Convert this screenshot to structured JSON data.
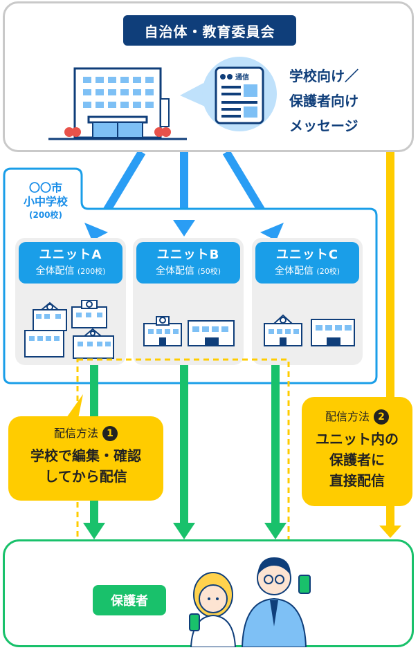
{
  "top": {
    "title": "自治体・教育委員会",
    "doc_label": "通信",
    "message_lines": [
      "学校向け／",
      "保護者向け",
      "メッセージ"
    ]
  },
  "city": {
    "name_line1": "〇〇市",
    "name_line2": "小中学校",
    "count": "(200校)"
  },
  "units": [
    {
      "name": "ユニットA",
      "sub": "全体配信",
      "count": "(200校)"
    },
    {
      "name": "ユニットB",
      "sub": "全体配信",
      "count": "(50校)"
    },
    {
      "name": "ユニットC",
      "sub": "全体配信",
      "count": "(20校)"
    }
  ],
  "method1": {
    "label": "配信方法",
    "number": "1",
    "body_lines": [
      "学校で編集・確認",
      "してから配信"
    ]
  },
  "method2": {
    "label": "配信方法",
    "number": "2",
    "body_lines": [
      "ユニット内の",
      "保護者に",
      "直接配信"
    ]
  },
  "parents": {
    "label": "保護者"
  },
  "colors": {
    "navy": "#0f3e7a",
    "blue": "#1a9ee8",
    "yellow": "#ffcc00",
    "green": "#19c16b",
    "gray": "#c9c9c9"
  }
}
